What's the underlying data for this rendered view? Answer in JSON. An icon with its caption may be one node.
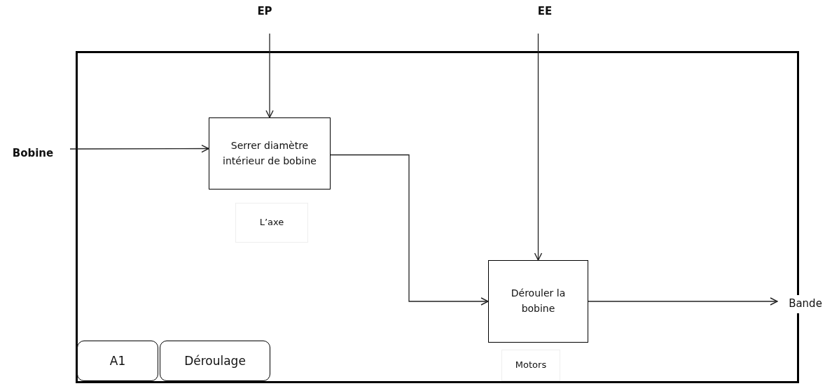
{
  "diagram": {
    "nodes": [
      {
        "text": [],
        "shape": "box"
      },
      {
        "text": [
          "EP"
        ]
      },
      {
        "text": [
          "EE"
        ]
      },
      {
        "text": [
          "Bobine"
        ]
      },
      {
        "text": [
          "Serrer diamètre intérieur de bobine"
        ],
        "in": 0
      },
      {
        "text": [
          "L’axe"
        ],
        "in": 0
      },
      {
        "text": [
          "Dérouler la bobine"
        ],
        "in": 0
      },
      {
        "text": [
          "Motors"
        ],
        "in": 0
      },
      {
        "text": [
          "Bande"
        ]
      },
      {
        "text": [
          "A1"
        ],
        "in": 0
      },
      {
        "text": [
          "Déroulage"
        ],
        "in": 0
      }
    ],
    "edges": [
      {
        "from": 1,
        "to": 4,
        "arrow": "to"
      },
      {
        "from": 2,
        "to": 6,
        "arrow": "to"
      },
      {
        "from": 3,
        "to": 4,
        "arrow": "to"
      },
      {
        "from": 4,
        "to": 6,
        "arrow": "to"
      },
      {
        "from": 6,
        "to": 8,
        "arrow": "to"
      }
    ]
  }
}
